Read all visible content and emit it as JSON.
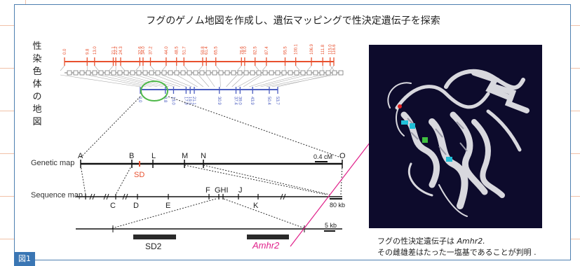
{
  "title": "フグのゲノム地図を作成し、遺伝マッピングで性決定遺伝子を探索",
  "figure_label": "図1",
  "sex_chromosome_label": [
    "性",
    "染",
    "色",
    "体",
    "の",
    "地",
    "図"
  ],
  "maps": {
    "genetic_label": "Genetic map",
    "sequence_label": "Sequence map",
    "genetic_markers": [
      "A",
      "B",
      "L",
      "M",
      "N",
      "O"
    ],
    "sequence_markers": [
      "C",
      "D",
      "E",
      "F",
      "GHI",
      "J",
      "K"
    ],
    "sd_label": "SD",
    "sd2_label": "SD2",
    "scale_cm": "0.4 cM",
    "scale_kb_80": "80 kb",
    "scale_kb_5": "5 kb"
  },
  "red_ticks": [
    "0.0",
    "9.8",
    "13.0",
    "21.1",
    "22.2",
    "24.3",
    "32.6",
    "34.0",
    "37.2",
    "44.0",
    "48.5",
    "51.7",
    "59.8",
    "61.4",
    "65.5",
    "76.6",
    "78.0",
    "82.5",
    "87.4",
    "95.5",
    "100.1",
    "106.9",
    "111.8",
    "115.0",
    "116.6"
  ],
  "blue_ticks": [
    "0.0",
    "9.8",
    "13.0",
    "17.9",
    "19.5",
    "21.1",
    "30.9",
    "37.4",
    "39.0",
    "43.9",
    "50.4",
    "53.7"
  ],
  "gene_label": "Amhr2",
  "caption_line1_prefix": "フグの性決定遺伝子は ",
  "caption_line1_gene": "Amhr2.",
  "caption_line2": "その雌雄差はたった一塩基であることが判明 .",
  "colors": {
    "red": "#e8502e",
    "blue": "#4a5cc0",
    "green": "#4fb84a",
    "magenta": "#e0208a",
    "frame": "#4d7fb0"
  }
}
